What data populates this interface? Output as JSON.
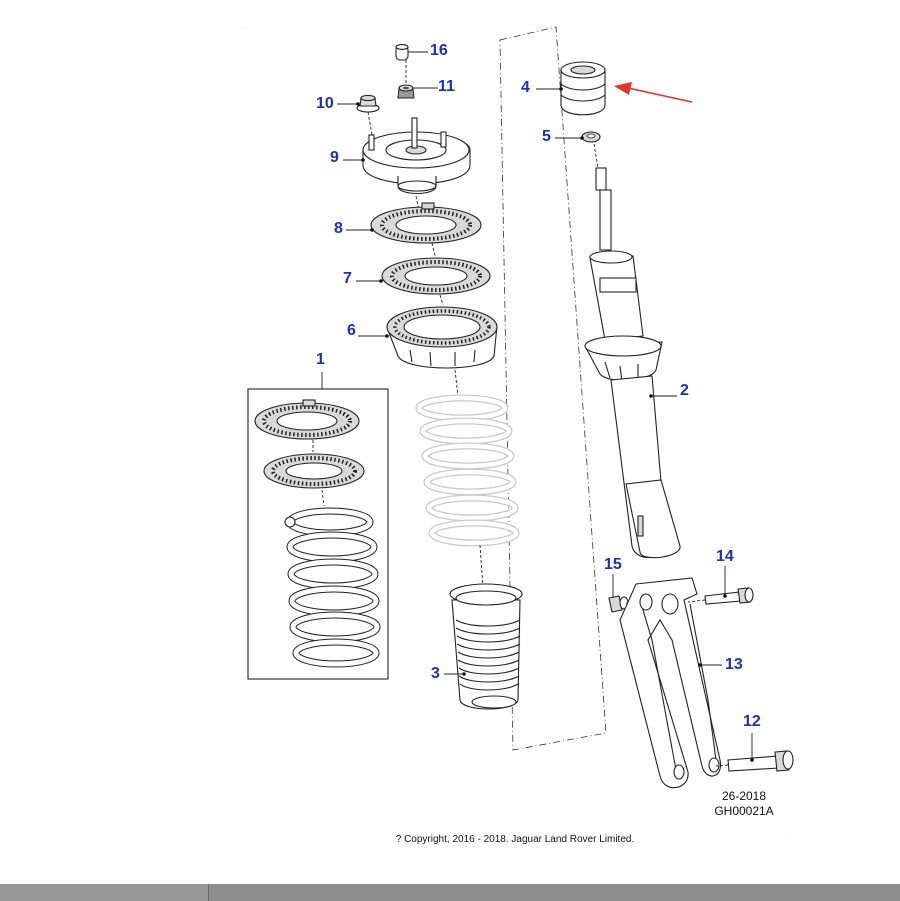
{
  "diagram": {
    "callouts": [
      {
        "id": "c1",
        "label": "1"
      },
      {
        "id": "c2",
        "label": "2"
      },
      {
        "id": "c3",
        "label": "3"
      },
      {
        "id": "c4",
        "label": "4"
      },
      {
        "id": "c5",
        "label": "5"
      },
      {
        "id": "c6",
        "label": "6"
      },
      {
        "id": "c7",
        "label": "7"
      },
      {
        "id": "c8",
        "label": "8"
      },
      {
        "id": "c9",
        "label": "9"
      },
      {
        "id": "c10",
        "label": "10"
      },
      {
        "id": "c11",
        "label": "11"
      },
      {
        "id": "c12",
        "label": "12"
      },
      {
        "id": "c13",
        "label": "13"
      },
      {
        "id": "c14",
        "label": "14"
      },
      {
        "id": "c15",
        "label": "15"
      },
      {
        "id": "c16",
        "label": "16"
      }
    ],
    "ref_code_1": "26-2018",
    "ref_code_2": "GH00021A",
    "copyright": "? Copyright, 2016 - 2018. Jaguar Land Rover Limited.",
    "colors": {
      "callout_text": "#1a2fc8",
      "highlight_arrow": "#e8332c",
      "line_art": "#222222",
      "part_fill": "#d9d9d9",
      "bottom_bar": "#8e8e8e"
    }
  }
}
